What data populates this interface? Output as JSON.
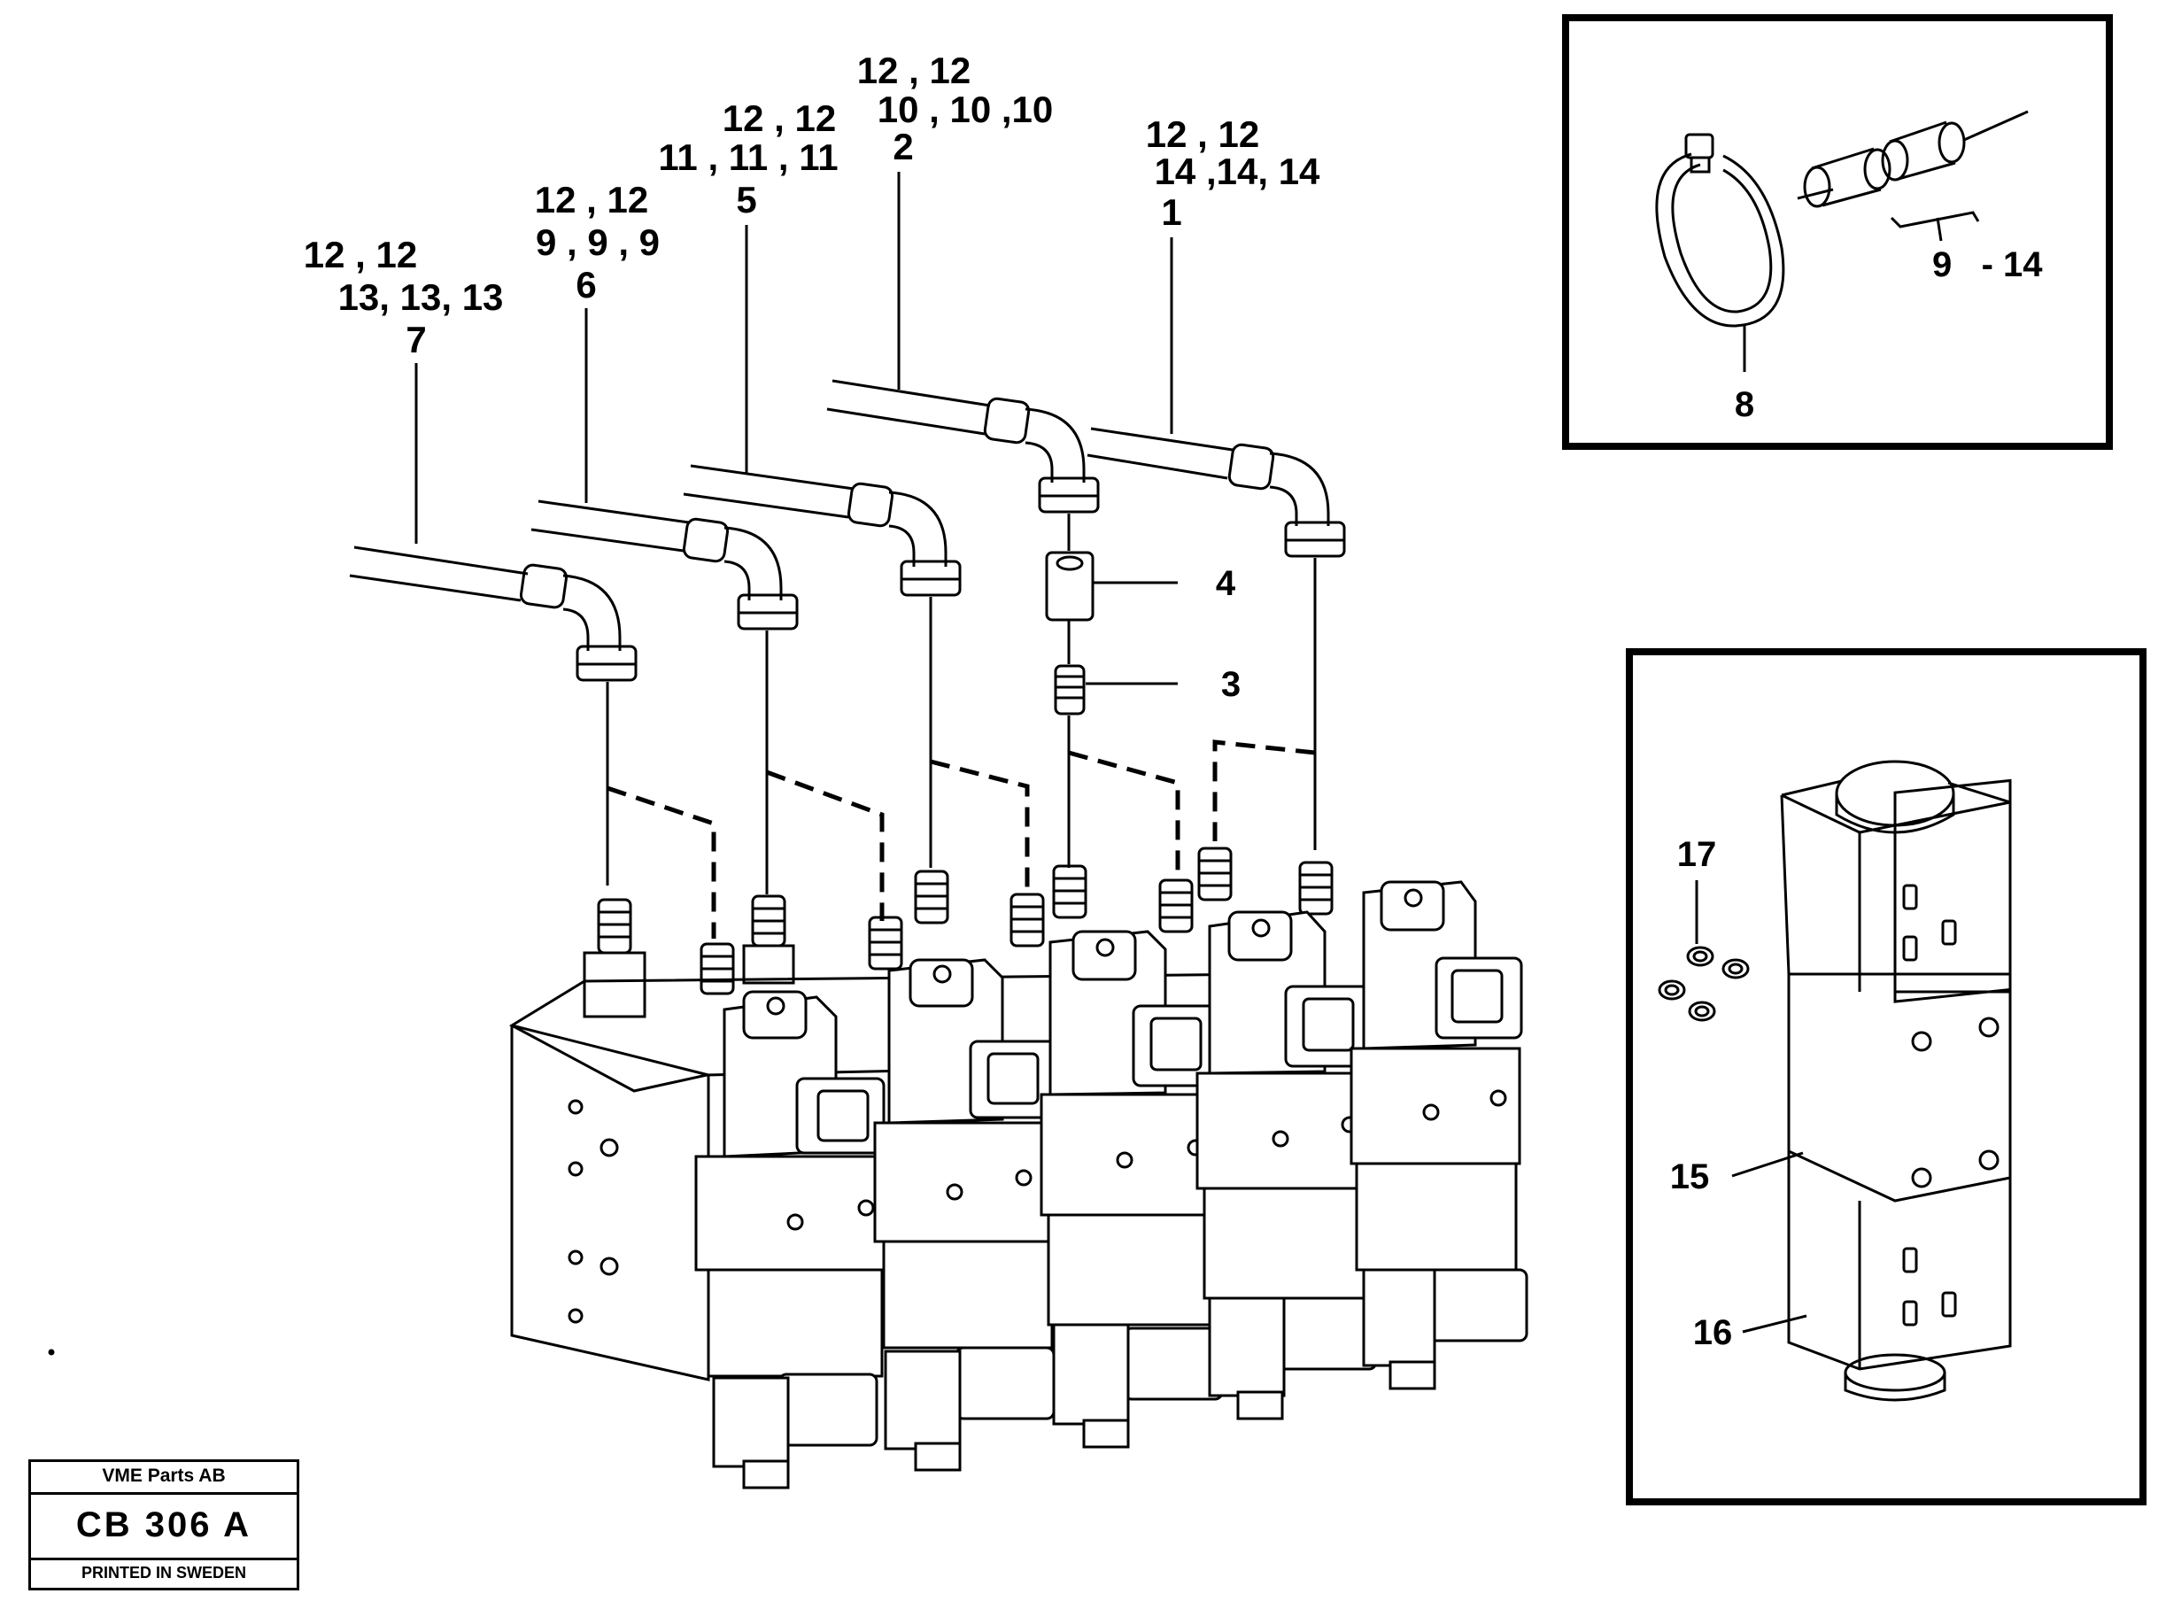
{
  "callouts": {
    "c1": [
      "12 , 12",
      "14 ,14, 14",
      "1"
    ],
    "c2": [
      "12 , 12",
      "10 , 10 ,10",
      "2"
    ],
    "c5": [
      "12 , 12",
      "11 , 11 , 11",
      "5"
    ],
    "c6": [
      "12 , 12",
      "9 , 9 , 9",
      "6"
    ],
    "c7": [
      "12 , 12",
      "13, 13, 13",
      "7"
    ],
    "c3": "3",
    "c4": "4",
    "c8": "8",
    "c9_14": "9   - 14",
    "c15": "15",
    "c16": "16",
    "c17": "17"
  },
  "title_block": {
    "company": "VME Parts AB",
    "code": "CB 306 A",
    "footer": "PRINTED IN SWEDEN"
  }
}
